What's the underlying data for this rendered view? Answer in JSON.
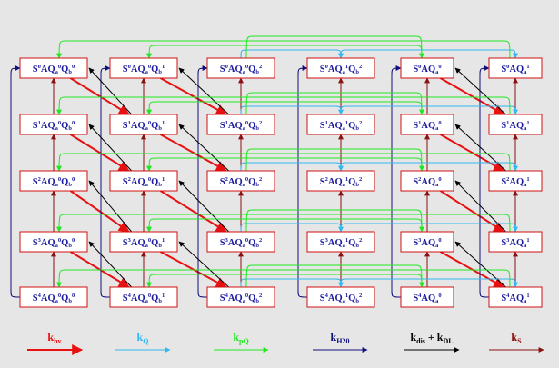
{
  "colors": {
    "background": "#e6e6e6",
    "box_border": "#d01010",
    "state_text": "#1a1aa0",
    "k_hv": "#e81010",
    "k_Q": "#30b8f0",
    "k_pQ": "#20e820",
    "k_H2O": "#10107a",
    "k_dis_DL": "#000000",
    "k_S": "#8b1010"
  },
  "states": [
    {
      "id": "S0-00",
      "label": "S0AQa0Qb0"
    },
    {
      "id": "S1-00",
      "label": "S1AQa0Qb0"
    },
    {
      "id": "S2-00",
      "label": "S2AQa0Qb0"
    },
    {
      "id": "S3-00",
      "label": "S3AQa0Qb0"
    },
    {
      "id": "S4-00",
      "label": "S4AQa0Qb0"
    },
    {
      "id": "S0-01",
      "label": "S0AQa0Qb1"
    },
    {
      "id": "S1-01",
      "label": "S1AQa0Qb1"
    },
    {
      "id": "S2-01",
      "label": "S2AQa0Qb1"
    },
    {
      "id": "S3-01",
      "label": "S3AQa0Qb1"
    },
    {
      "id": "S4-01",
      "label": "S4AQa0Qb1"
    },
    {
      "id": "S0-02",
      "label": "S0AQa0Qb2"
    },
    {
      "id": "S1-02",
      "label": "S1AQa0Qb2"
    },
    {
      "id": "S2-02",
      "label": "S2AQa0Qb2"
    },
    {
      "id": "S3-02",
      "label": "S3AQa0Qb2"
    },
    {
      "id": "S4-02",
      "label": "S4AQa0Qb2"
    },
    {
      "id": "S0-12",
      "label": "S0AQa1Qb2"
    },
    {
      "id": "S1-12",
      "label": "S1AQa1Qb2"
    },
    {
      "id": "S2-12",
      "label": "S2AQa1Qb2"
    },
    {
      "id": "S3-12",
      "label": "S3AQa1Qb2"
    },
    {
      "id": "S4-12",
      "label": "S4AQa1Qb2"
    },
    {
      "id": "S0-a0",
      "label": "S0AQa0"
    },
    {
      "id": "S1-a0",
      "label": "S1AQa0"
    },
    {
      "id": "S2-a0",
      "label": "S2AQa0"
    },
    {
      "id": "S3-a0",
      "label": "S3AQa0"
    },
    {
      "id": "S4-a0",
      "label": "S4AQa0"
    },
    {
      "id": "S0-a1",
      "label": "S0AQa1"
    },
    {
      "id": "S1-a1",
      "label": "S1AQa1"
    },
    {
      "id": "S2-a1",
      "label": "S2AQa1"
    },
    {
      "id": "S3-a1",
      "label": "S3AQa1"
    },
    {
      "id": "S4-a1",
      "label": "S4AQa1"
    }
  ],
  "transitions": [
    {
      "from": "S0-00",
      "to": "S1-01",
      "type": "k_hv"
    },
    {
      "from": "S1-00",
      "to": "S2-01",
      "type": "k_hv"
    },
    {
      "from": "S2-00",
      "to": "S3-01",
      "type": "k_hv"
    },
    {
      "from": "S3-00",
      "to": "S4-01",
      "type": "k_hv"
    },
    {
      "from": "S0-01",
      "to": "S1-02",
      "type": "k_hv"
    },
    {
      "from": "S1-01",
      "to": "S2-02",
      "type": "k_hv"
    },
    {
      "from": "S2-01",
      "to": "S3-02",
      "type": "k_hv"
    },
    {
      "from": "S3-01",
      "to": "S4-02",
      "type": "k_hv"
    },
    {
      "from": "S0-a0",
      "to": "S1-a1",
      "type": "k_hv"
    },
    {
      "from": "S1-a0",
      "to": "S2-a1",
      "type": "k_hv"
    },
    {
      "from": "S2-a0",
      "to": "S3-a1",
      "type": "k_hv"
    },
    {
      "from": "S3-a0",
      "to": "S4-a1",
      "type": "k_hv"
    },
    {
      "from": "S4-00",
      "to": "S0-00",
      "type": "k_H2O"
    },
    {
      "from": "S4-01",
      "to": "S0-01",
      "type": "k_H2O"
    },
    {
      "from": "S4-02",
      "to": "S0-02",
      "type": "k_H2O"
    },
    {
      "from": "S4-12",
      "to": "S0-12",
      "type": "k_H2O"
    },
    {
      "from": "S4-a0",
      "to": "S0-a0",
      "type": "k_H2O"
    },
    {
      "from": "S4-a1",
      "to": "S0-a1",
      "type": "k_H2O"
    },
    {
      "from": "S1-01",
      "to": "S0-00",
      "type": "k_dis_DL"
    },
    {
      "from": "S2-01",
      "to": "S1-00",
      "type": "k_dis_DL"
    },
    {
      "from": "S3-01",
      "to": "S2-00",
      "type": "k_dis_DL"
    },
    {
      "from": "S4-01",
      "to": "S3-00",
      "type": "k_dis_DL"
    },
    {
      "from": "S1-02",
      "to": "S0-01",
      "type": "k_dis_DL"
    },
    {
      "from": "S2-02",
      "to": "S1-01",
      "type": "k_dis_DL"
    },
    {
      "from": "S3-02",
      "to": "S2-01",
      "type": "k_dis_DL"
    },
    {
      "from": "S4-02",
      "to": "S3-01",
      "type": "k_dis_DL"
    },
    {
      "from": "S1-a1",
      "to": "S0-a0",
      "type": "k_dis_DL"
    },
    {
      "from": "S2-a1",
      "to": "S1-a0",
      "type": "k_dis_DL"
    },
    {
      "from": "S3-a1",
      "to": "S2-a0",
      "type": "k_dis_DL"
    },
    {
      "from": "S4-a1",
      "to": "S3-a0",
      "type": "k_dis_DL"
    },
    {
      "from": "S1-00",
      "to": "S0-00",
      "type": "k_S"
    },
    {
      "from": "S2-00",
      "to": "S1-00",
      "type": "k_S"
    },
    {
      "from": "S3-00",
      "to": "S2-00",
      "type": "k_S"
    },
    {
      "from": "S4-00",
      "to": "S3-00",
      "type": "k_S"
    },
    {
      "from": "S1-01",
      "to": "S0-01",
      "type": "k_S"
    },
    {
      "from": "S2-01",
      "to": "S1-01",
      "type": "k_S"
    },
    {
      "from": "S3-01",
      "to": "S2-01",
      "type": "k_S"
    },
    {
      "from": "S4-01",
      "to": "S3-01",
      "type": "k_S"
    },
    {
      "from": "S1-02",
      "to": "S0-02",
      "type": "k_S"
    },
    {
      "from": "S2-02",
      "to": "S1-02",
      "type": "k_S"
    },
    {
      "from": "S3-02",
      "to": "S2-02",
      "type": "k_S"
    },
    {
      "from": "S4-02",
      "to": "S3-02",
      "type": "k_S"
    },
    {
      "from": "S1-12",
      "to": "S0-12",
      "type": "k_S"
    },
    {
      "from": "S2-12",
      "to": "S1-12",
      "type": "k_S"
    },
    {
      "from": "S3-12",
      "to": "S2-12",
      "type": "k_S"
    },
    {
      "from": "S4-12",
      "to": "S3-12",
      "type": "k_S"
    },
    {
      "from": "S1-a0",
      "to": "S0-a0",
      "type": "k_S"
    },
    {
      "from": "S2-a0",
      "to": "S1-a0",
      "type": "k_S"
    },
    {
      "from": "S3-a0",
      "to": "S2-a0",
      "type": "k_S"
    },
    {
      "from": "S4-a0",
      "to": "S3-a0",
      "type": "k_S"
    },
    {
      "from": "S1-a1",
      "to": "S0-a1",
      "type": "k_S"
    },
    {
      "from": "S2-a1",
      "to": "S1-a1",
      "type": "k_S"
    },
    {
      "from": "S3-a1",
      "to": "S2-a1",
      "type": "k_S"
    },
    {
      "from": "S4-a1",
      "to": "S3-a1",
      "type": "k_S"
    },
    {
      "from": "S0-12",
      "to": "S0-a1",
      "type": "k_Q"
    },
    {
      "from": "S1-12",
      "to": "S1-a1",
      "type": "k_Q"
    },
    {
      "from": "S2-12",
      "to": "S2-a1",
      "type": "k_Q"
    },
    {
      "from": "S3-12",
      "to": "S3-a1",
      "type": "k_Q"
    },
    {
      "from": "S4-12",
      "to": "S4-a1",
      "type": "k_Q"
    },
    {
      "from": "S0-02",
      "to": "S0-12",
      "type": "k_Q"
    },
    {
      "from": "S1-02",
      "to": "S1-12",
      "type": "k_Q"
    },
    {
      "from": "S2-02",
      "to": "S2-12",
      "type": "k_Q"
    },
    {
      "from": "S3-02",
      "to": "S3-12",
      "type": "k_Q"
    },
    {
      "from": "S4-02",
      "to": "S4-12",
      "type": "k_Q"
    },
    {
      "from": "S0-a1",
      "to": "S0-00",
      "type": "k_pQ"
    },
    {
      "from": "S1-a1",
      "to": "S1-00",
      "type": "k_pQ"
    },
    {
      "from": "S2-a1",
      "to": "S2-00",
      "type": "k_pQ"
    },
    {
      "from": "S3-a1",
      "to": "S3-00",
      "type": "k_pQ"
    },
    {
      "from": "S4-a1",
      "to": "S4-00",
      "type": "k_pQ"
    },
    {
      "from": "S0-a0",
      "to": "S0-01",
      "type": "k_pQ"
    },
    {
      "from": "S1-a0",
      "to": "S1-01",
      "type": "k_pQ"
    },
    {
      "from": "S2-a0",
      "to": "S2-01",
      "type": "k_pQ"
    },
    {
      "from": "S3-a0",
      "to": "S3-01",
      "type": "k_pQ"
    },
    {
      "from": "S4-a0",
      "to": "S4-01",
      "type": "k_pQ"
    },
    {
      "from": "S0-02",
      "to": "S0-a0",
      "type": "k_pQ"
    },
    {
      "from": "S1-02",
      "to": "S1-a0",
      "type": "k_pQ"
    },
    {
      "from": "S2-02",
      "to": "S2-a0",
      "type": "k_pQ"
    },
    {
      "from": "S3-02",
      "to": "S3-a0",
      "type": "k_pQ"
    },
    {
      "from": "S4-02",
      "to": "S4-a0",
      "type": "k_pQ"
    }
  ],
  "legend": [
    {
      "key": "k_hv",
      "base": "k",
      "sub": "hv",
      "tail": ""
    },
    {
      "key": "k_Q",
      "base": "k",
      "sub": "Q",
      "tail": ""
    },
    {
      "key": "k_pQ",
      "base": "k",
      "sub": "pQ",
      "tail": ""
    },
    {
      "key": "k_H2O",
      "base": "k",
      "sub": "H20",
      "tail": ""
    },
    {
      "key": "k_dis_DL",
      "base": "k",
      "sub": "dis",
      "tail": " + k",
      "sub2": "DL"
    },
    {
      "key": "k_S",
      "base": "k",
      "sub": "S",
      "tail": ""
    }
  ]
}
